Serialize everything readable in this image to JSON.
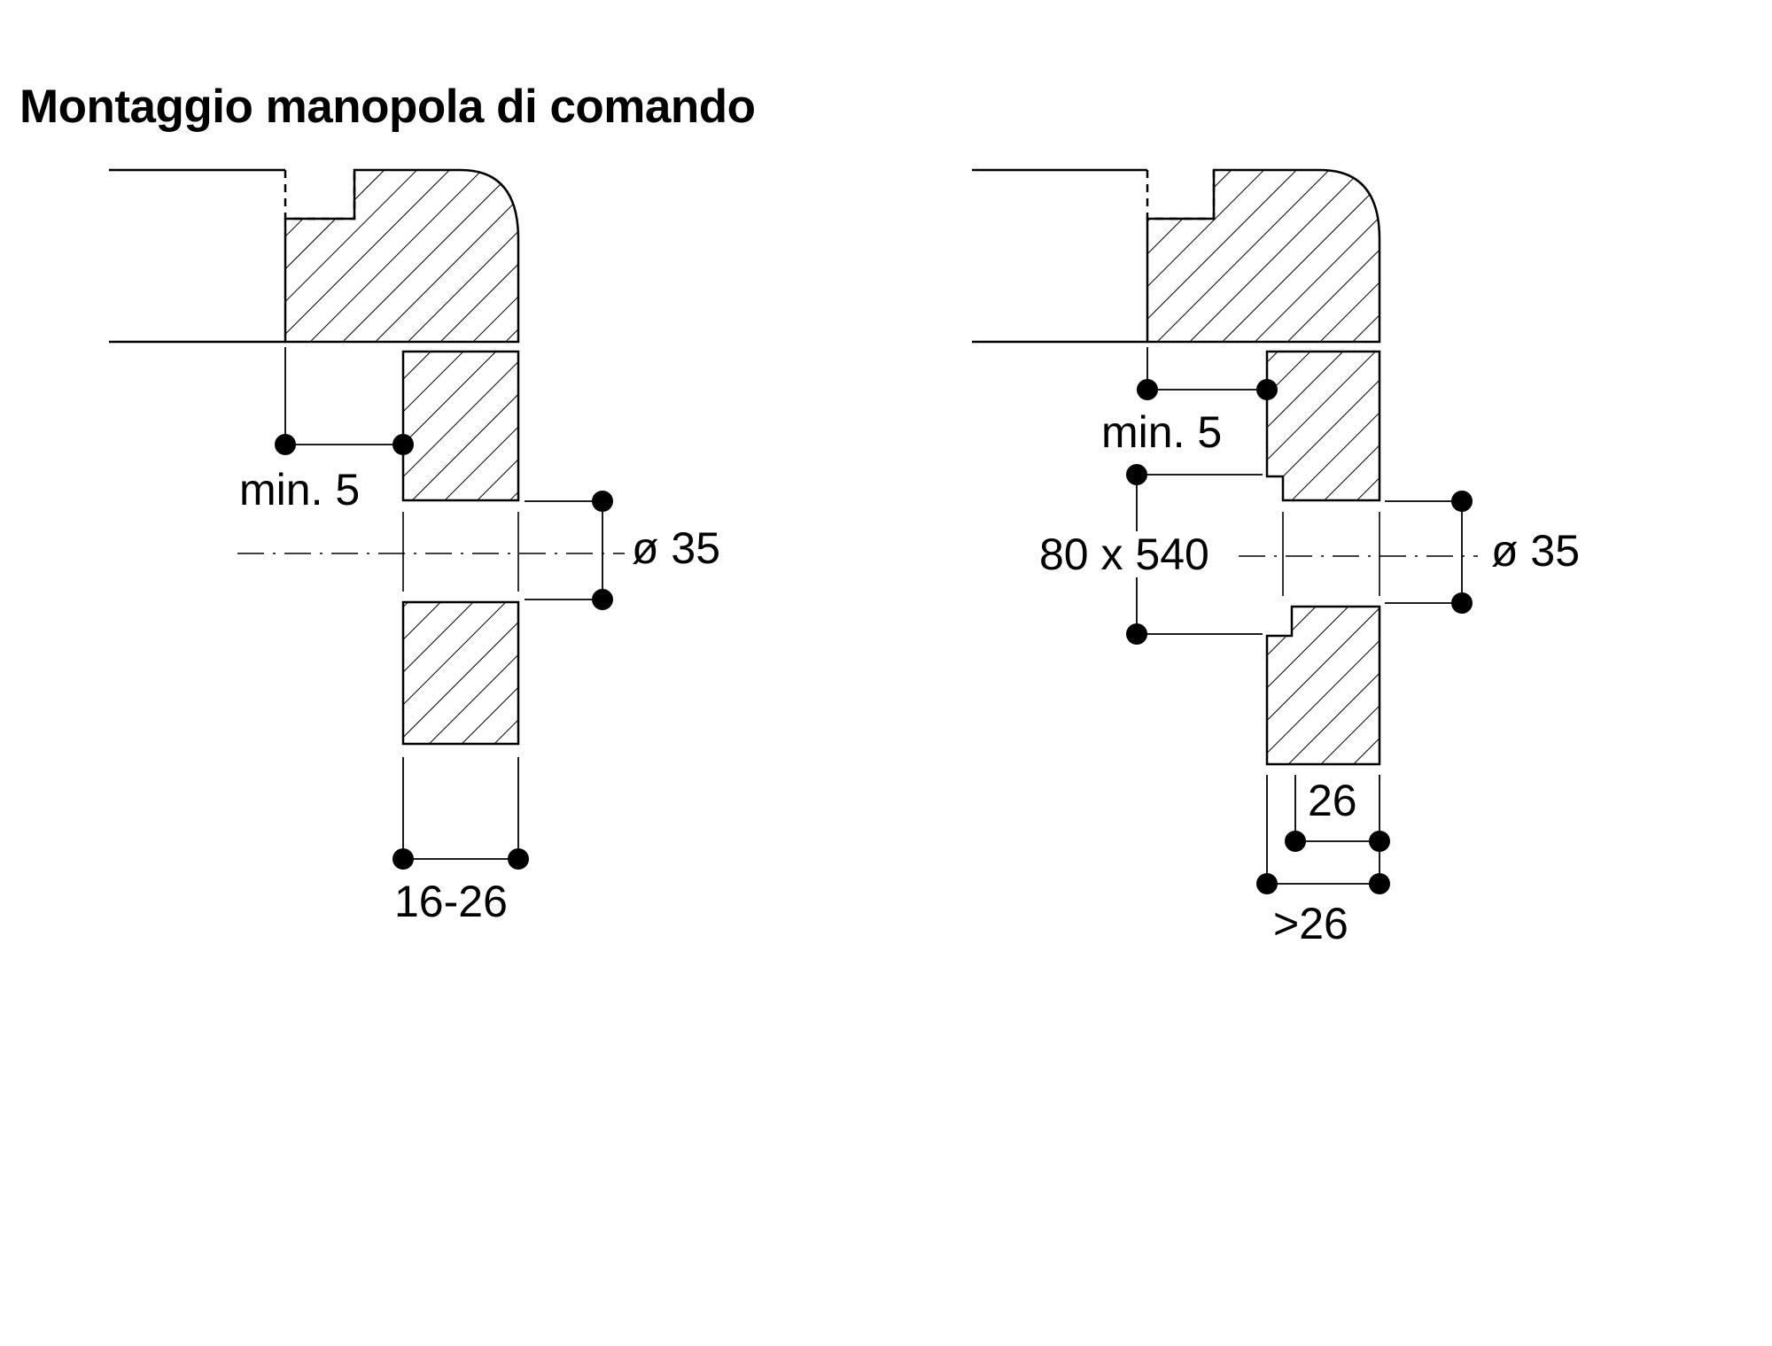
{
  "title": "Montaggio manopola di comando",
  "colors": {
    "line": "#000000",
    "background": "#ffffff"
  },
  "left_view": {
    "min_clearance": "min. 5",
    "hole_diameter": "ø 35",
    "panel_thickness": "16-26"
  },
  "right_view": {
    "min_clearance": "min. 5",
    "recess_size": "80 x 540",
    "hole_diameter": "ø 35",
    "panel_thickness": "26",
    "total_thickness": ">26"
  }
}
